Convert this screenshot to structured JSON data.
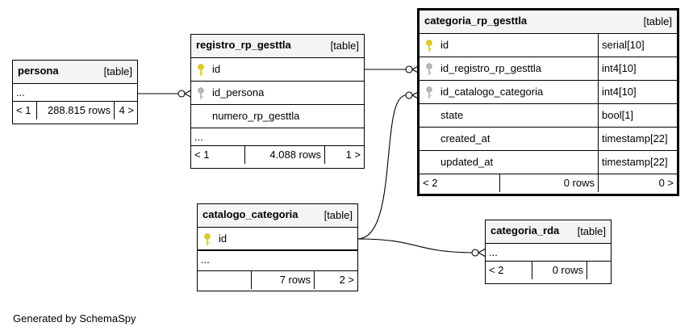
{
  "tables": {
    "persona": {
      "name": "persona",
      "type": "[table]",
      "ellipsis": "...",
      "footer": {
        "left": "< 1",
        "rows": "288.815 rows",
        "right": "4 >"
      }
    },
    "registro": {
      "name": "registro_rp_gesttla",
      "type": "[table]",
      "columns": [
        {
          "name": "id",
          "key": "primary"
        },
        {
          "name": "id_persona",
          "key": "foreign"
        },
        {
          "name": "numero_rp_gesttla",
          "key": "none"
        }
      ],
      "ellipsis": "...",
      "footer": {
        "left": "< 1",
        "rows": "4.088 rows",
        "right": "1 >"
      }
    },
    "categoria": {
      "name": "categoria_rp_gesttla",
      "type": "[table]",
      "columns": [
        {
          "name": "id",
          "key": "primary",
          "dtype": "serial[10]"
        },
        {
          "name": "id_registro_rp_gesttla",
          "key": "foreign",
          "dtype": "int4[10]"
        },
        {
          "name": "id_catalogo_categoria",
          "key": "foreign",
          "dtype": "int4[10]"
        },
        {
          "name": "state",
          "key": "none",
          "dtype": "bool[1]"
        },
        {
          "name": "created_at",
          "key": "none",
          "dtype": "timestamp[22]"
        },
        {
          "name": "updated_at",
          "key": "none",
          "dtype": "timestamp[22]"
        }
      ],
      "footer": {
        "left": "< 2",
        "rows": "0 rows",
        "right": "0 >"
      }
    },
    "catalogo": {
      "name": "catalogo_categoria",
      "type": "[table]",
      "columns": [
        {
          "name": "id",
          "key": "primary"
        }
      ],
      "ellipsis": "...",
      "footer": {
        "left": "",
        "rows": "7 rows",
        "right": "2 >"
      }
    },
    "rda": {
      "name": "categoria_rda",
      "type": "[table]",
      "ellipsis": "...",
      "footer": {
        "left": "< 2",
        "rows": "0 rows",
        "right": ""
      }
    }
  },
  "colors": {
    "primary_key": "#e6d200",
    "foreign_key": "#b8b8b8",
    "header_bg": "#f4f4f4"
  },
  "footer_text": "Generated by SchemaSpy"
}
